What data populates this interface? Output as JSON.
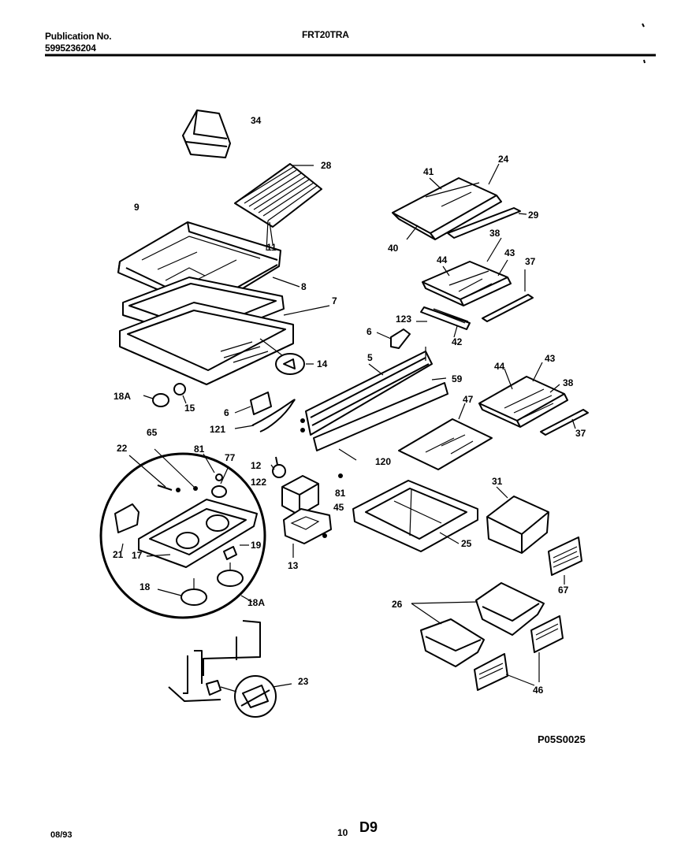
{
  "header": {
    "publication_label": "Publication No.",
    "publication_number": "5995236204",
    "model": "FRT20TRA"
  },
  "footer": {
    "date": "08/93",
    "page_number": "10",
    "section": "D9",
    "diagram_code": "P05S0025"
  },
  "callouts": {
    "c34": "34",
    "c28": "28",
    "c24": "24",
    "c41": "41",
    "c29": "29",
    "c9": "9",
    "c40": "40",
    "c11": "11",
    "c38a": "38",
    "c44a": "44",
    "c43a": "43",
    "c37a": "37",
    "c8": "8",
    "c7": "7",
    "c123": "123",
    "c42": "42",
    "c6a": "6",
    "c14": "14",
    "c5": "5",
    "c43b": "43",
    "c44b": "44",
    "c59": "59",
    "c38b": "38",
    "c18A1": "18A",
    "c15": "15",
    "c47": "47",
    "c6b": "6",
    "c121": "121",
    "c37b": "37",
    "c65": "65",
    "c22": "22",
    "c81a": "81",
    "c77": "77",
    "c120": "120",
    "c12": "12",
    "c122": "122",
    "c81b": "81",
    "c31": "31",
    "c45": "45",
    "c21": "21",
    "c17": "17",
    "c19": "19",
    "c13": "13",
    "c25": "25",
    "c67": "67",
    "c18": "18",
    "c18A2": "18A",
    "c26": "26",
    "c46": "46",
    "c23": "23"
  }
}
